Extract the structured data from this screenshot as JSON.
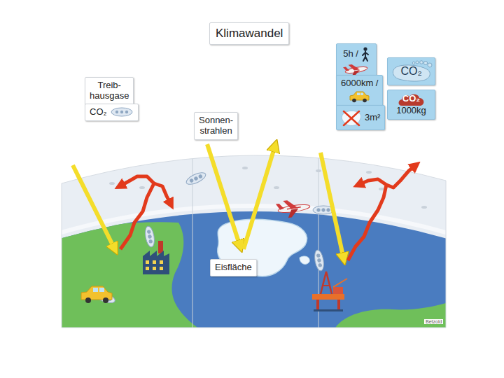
{
  "diagram": {
    "title": "Klimawandel",
    "nodes": [
      {
        "text": [
          "Treib- hausgase"
        ]
      },
      {
        "text": [
          "CO₂"
        ]
      },
      {
        "text": [
          "Sonnen- strahlen"
        ]
      },
      {
        "text": [
          "Eisfläche"
        ]
      },
      {
        "text": [
          "5h /"
        ]
      },
      {
        "text": [
          "6000km /"
        ]
      },
      {
        "text": [
          "3m²"
        ]
      },
      {
        "text": [
          "CO₂"
        ]
      },
      {
        "text": [
          "CO₂",
          "1000kg"
        ]
      }
    ],
    "labels": [
      "Betzold"
    ]
  }
}
